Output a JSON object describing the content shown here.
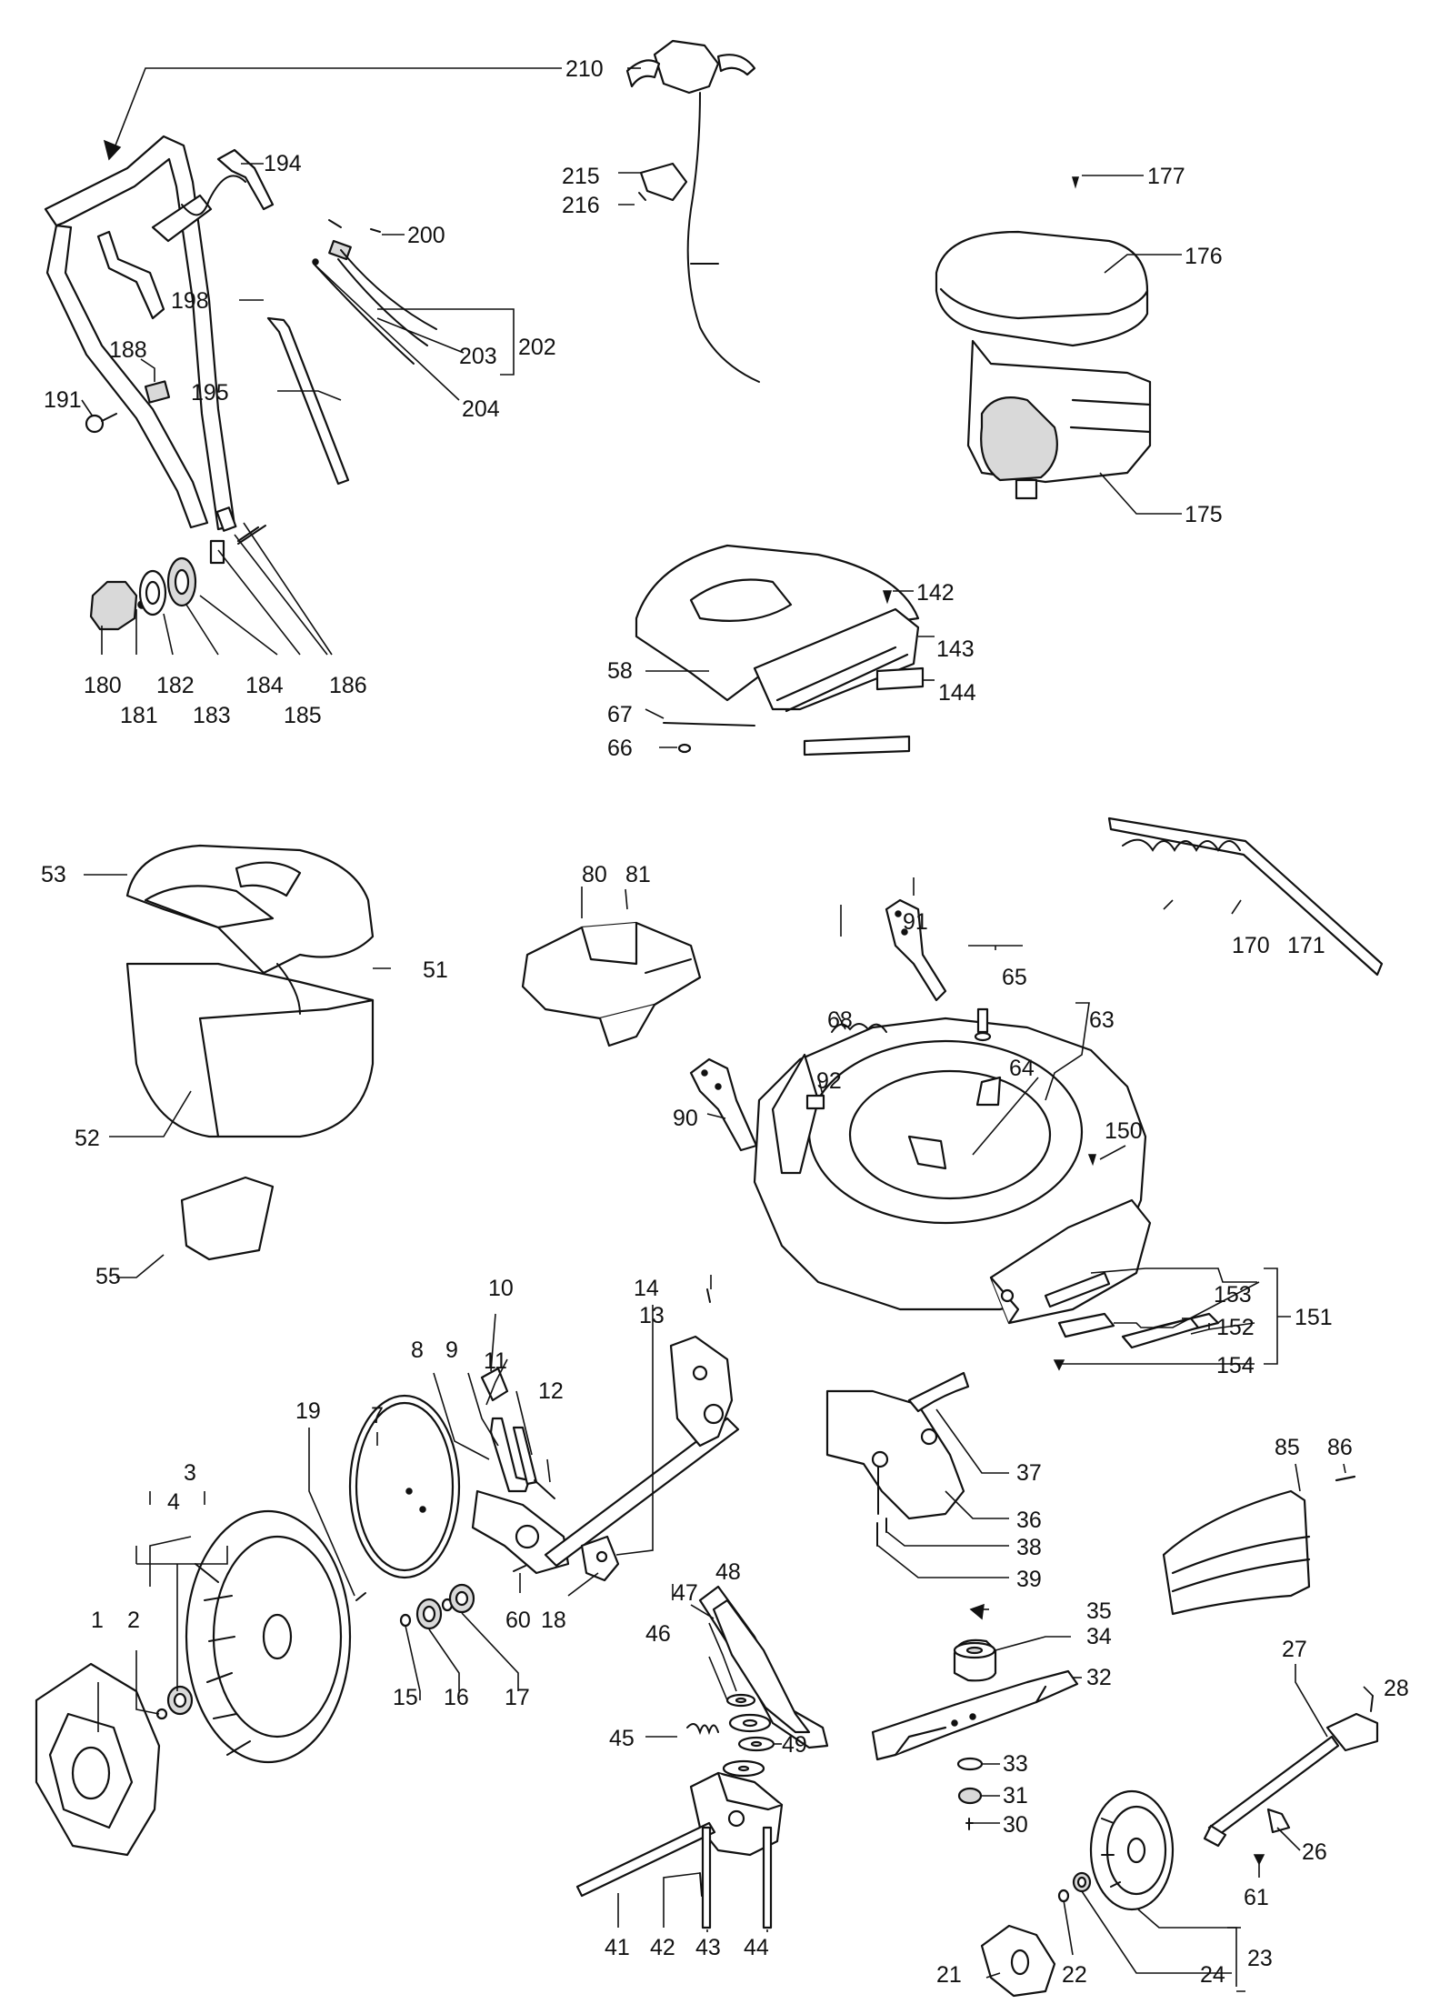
{
  "colors": {
    "ink": "#111111",
    "paper": "#ffffff",
    "shade": "#d9d9d9"
  },
  "labels": {
    "l1": "1",
    "l2": "2",
    "l3": "3",
    "l4": "4",
    "l7": "7",
    "l8": "8",
    "l9": "9",
    "l10": "10",
    "l11": "11",
    "l12": "12",
    "l13": "13",
    "l14": "14",
    "l15": "15",
    "l16": "16",
    "l17": "17",
    "l18": "18",
    "l19": "19",
    "l21": "21",
    "l22": "22",
    "l23": "23",
    "l24": "24",
    "l26": "26",
    "l27": "27",
    "l28": "28",
    "l30": "30",
    "l31": "31",
    "l32": "32",
    "l33": "33",
    "l34": "34",
    "l35": "35",
    "l36": "36",
    "l37": "37",
    "l38": "38",
    "l39": "39",
    "l41": "41",
    "l42": "42",
    "l43": "43",
    "l44": "44",
    "l45": "45",
    "l46": "46",
    "l47": "47",
    "l48": "48",
    "l49": "49",
    "l51": "51",
    "l52": "52",
    "l53": "53",
    "l55": "55",
    "l58": "58",
    "l60": "60",
    "l61": "61",
    "l63": "63",
    "l64": "64",
    "l65": "65",
    "l66": "66",
    "l67": "67",
    "l68": "68",
    "l80": "80",
    "l81": "81",
    "l85": "85",
    "l86": "86",
    "l90": "90",
    "l91": "91",
    "l92": "92",
    "l142": "142",
    "l143": "143",
    "l144": "144",
    "l150": "150",
    "l151": "151",
    "l152": "152",
    "l153": "153",
    "l154": "154",
    "l170": "170",
    "l171": "171",
    "l175": "175",
    "l176": "176",
    "l177": "177",
    "l180": "180",
    "l181": "181",
    "l182": "182",
    "l183": "183",
    "l184": "184",
    "l185": "185",
    "l186": "186",
    "l188": "188",
    "l191": "191",
    "l194": "194",
    "l195": "195",
    "l198": "198",
    "l200": "200",
    "l202": "202",
    "l203": "203",
    "l204": "204",
    "l210": "210",
    "l215": "215",
    "l216": "216"
  }
}
